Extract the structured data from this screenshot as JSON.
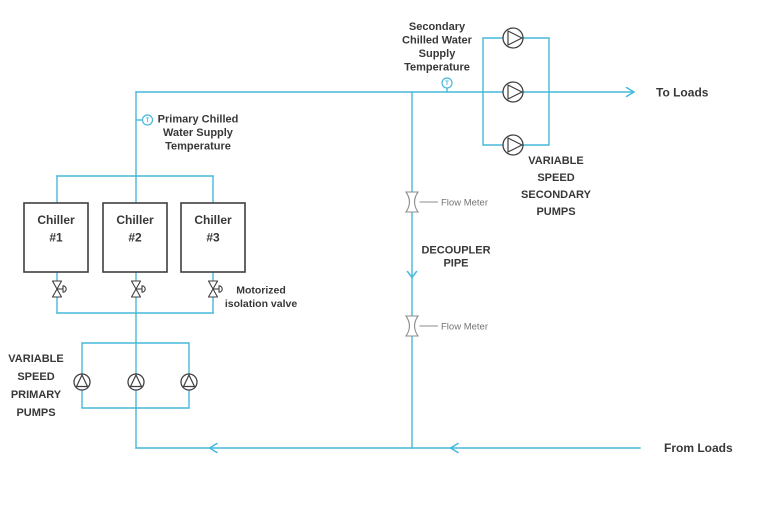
{
  "colors": {
    "pipe": "#47b9da",
    "equipment": "#3f3f3f",
    "text": "#383838",
    "flow_meter": "#8c8c8c",
    "flow_meter_text": "#757575"
  },
  "labels": {
    "secondary_supply_temp": {
      "lines": [
        "Secondary",
        "Chilled Water",
        "Supply",
        "Temperature"
      ]
    },
    "primary_supply_temp": {
      "lines": [
        "Primary Chilled",
        "Water Supply",
        "Temperature"
      ]
    },
    "to_loads": "To Loads",
    "from_loads": "From Loads",
    "decoupler": {
      "lines": [
        "DECOUPLER",
        "PIPE"
      ]
    },
    "flow_meter_upper": "Flow Meter",
    "flow_meter_lower": "Flow Meter",
    "motorized_isolation_valve": {
      "lines": [
        "Motorized",
        "isolation valve"
      ]
    },
    "variable_speed_primary_pumps": {
      "lines": [
        "VARIABLE",
        "SPEED",
        "PRIMARY",
        "PUMPS"
      ]
    },
    "variable_speed_secondary_pumps": {
      "lines": [
        "VARIABLE",
        "SPEED",
        "SECONDARY",
        "PUMPS"
      ]
    },
    "temperature_sensor_symbol": "T"
  },
  "chillers": [
    {
      "line1": "Chiller",
      "line2": "#1"
    },
    {
      "line1": "Chiller",
      "line2": "#2"
    },
    {
      "line1": "Chiller",
      "line2": "#3"
    }
  ]
}
